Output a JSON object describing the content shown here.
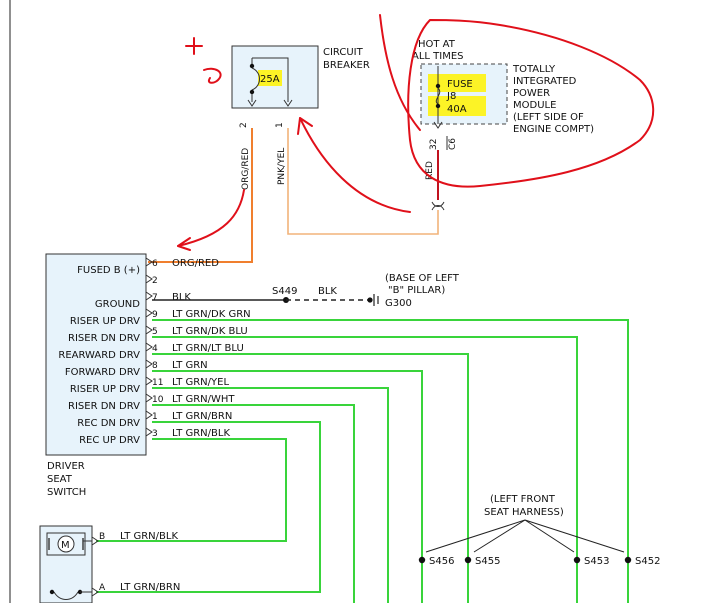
{
  "colors": {
    "wire_orange": "#f07f2e",
    "wire_pink": "#f2b37a",
    "wire_red": "#c1121f",
    "wire_green": "#39d43b",
    "wire_black": "#222222",
    "annotation_red": "#e0101a",
    "box_fill": "#e7f3fb",
    "highlight": "#fff200"
  },
  "breaker": {
    "label_line1": "CIRCUIT",
    "label_line2": "BREAKER",
    "rating": "25A",
    "pin_left": "2",
    "pin_right": "1"
  },
  "tipm": {
    "hot_line1": "HOT AT",
    "hot_line2": "ALL TIMES",
    "fuse_line1": "FUSE",
    "fuse_line2": "J8",
    "fuse_line3": "40A",
    "label_lines": [
      "TOTALLY",
      "INTEGRATED",
      "POWER",
      "MODULE",
      "(LEFT SIDE OF",
      "ENGINE COMPT)"
    ],
    "pin": "32",
    "connector": "C6"
  },
  "wires": {
    "org_red": "ORG/RED",
    "pnk_yel": "PNK/YEL",
    "red": "RED"
  },
  "switch": {
    "title_lines": [
      "DRIVER",
      "SEAT",
      "SWITCH"
    ],
    "pins": [
      {
        "label": "FUSED B (+)",
        "pin": "6",
        "wire": "ORG/RED"
      },
      {
        "label": "",
        "pin": "2",
        "wire": ""
      },
      {
        "label": "GROUND",
        "pin": "7",
        "wire": "BLK"
      },
      {
        "label": "RISER UP DRV",
        "pin": "9",
        "wire": "LT GRN/DK GRN"
      },
      {
        "label": "RISER DN DRV",
        "pin": "5",
        "wire": "LT GRN/DK BLU"
      },
      {
        "label": "REARWARD DRV",
        "pin": "4",
        "wire": "LT GRN/LT BLU"
      },
      {
        "label": "FORWARD DRV",
        "pin": "8",
        "wire": "LT GRN"
      },
      {
        "label": "RISER UP DRV",
        "pin": "11",
        "wire": "LT GRN/YEL"
      },
      {
        "label": "RISER DN DRV",
        "pin": "10",
        "wire": "LT GRN/WHT"
      },
      {
        "label": "REC DN DRV",
        "pin": "1",
        "wire": "LT GRN/BRN"
      },
      {
        "label": "REC UP DRV",
        "pin": "3",
        "wire": "LT GRN/BLK"
      }
    ]
  },
  "ground": {
    "splice": "S449",
    "wire": "BLK",
    "note_line1": "(BASE OF LEFT",
    "note_line2": "\"B\" PILLAR)",
    "point": "G300"
  },
  "harness": {
    "label_line1": "(LEFT FRONT",
    "label_line2": "SEAT HARNESS)",
    "splices": [
      "S456",
      "S455",
      "S453",
      "S452"
    ]
  },
  "motor": {
    "symbol": "M",
    "pin_b": "B",
    "wire_b": "LT GRN/BLK",
    "pin_a": "A",
    "wire_a": "LT GRN/BRN"
  }
}
